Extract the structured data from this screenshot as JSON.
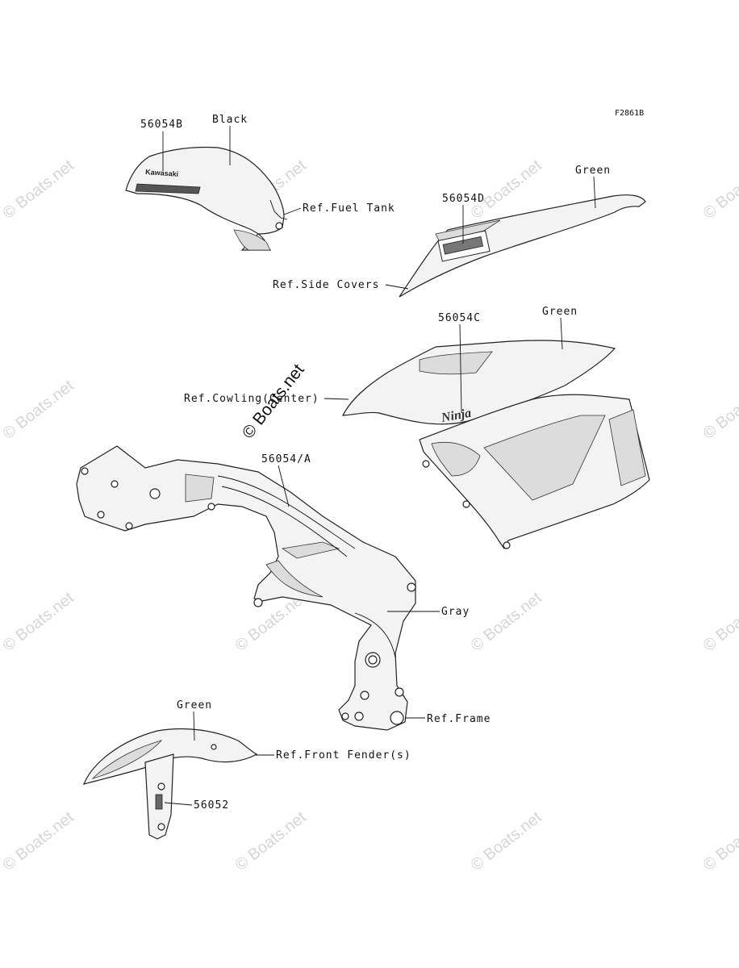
{
  "figure_code": "F2861B",
  "watermark": "© Boats.net",
  "labels": {
    "tank_part": "56054B",
    "tank_color": "Black",
    "tank_ref": "Ref.Fuel Tank",
    "tank_logo": "Kawasaki",
    "side_part": "56054D",
    "side_color": "Green",
    "side_ref": "Ref.Side Covers",
    "cowl_part": "56054C",
    "cowl_color": "Green",
    "cowl_ref": "Ref.Cowling(Center)",
    "cowl_logo": "Ninja",
    "frame_part": "56054/A",
    "frame_color": "Gray",
    "frame_ref": "Ref.Frame",
    "fender_color": "Green",
    "fender_ref": "Ref.Front Fender(s)",
    "fender_part": "56052"
  }
}
